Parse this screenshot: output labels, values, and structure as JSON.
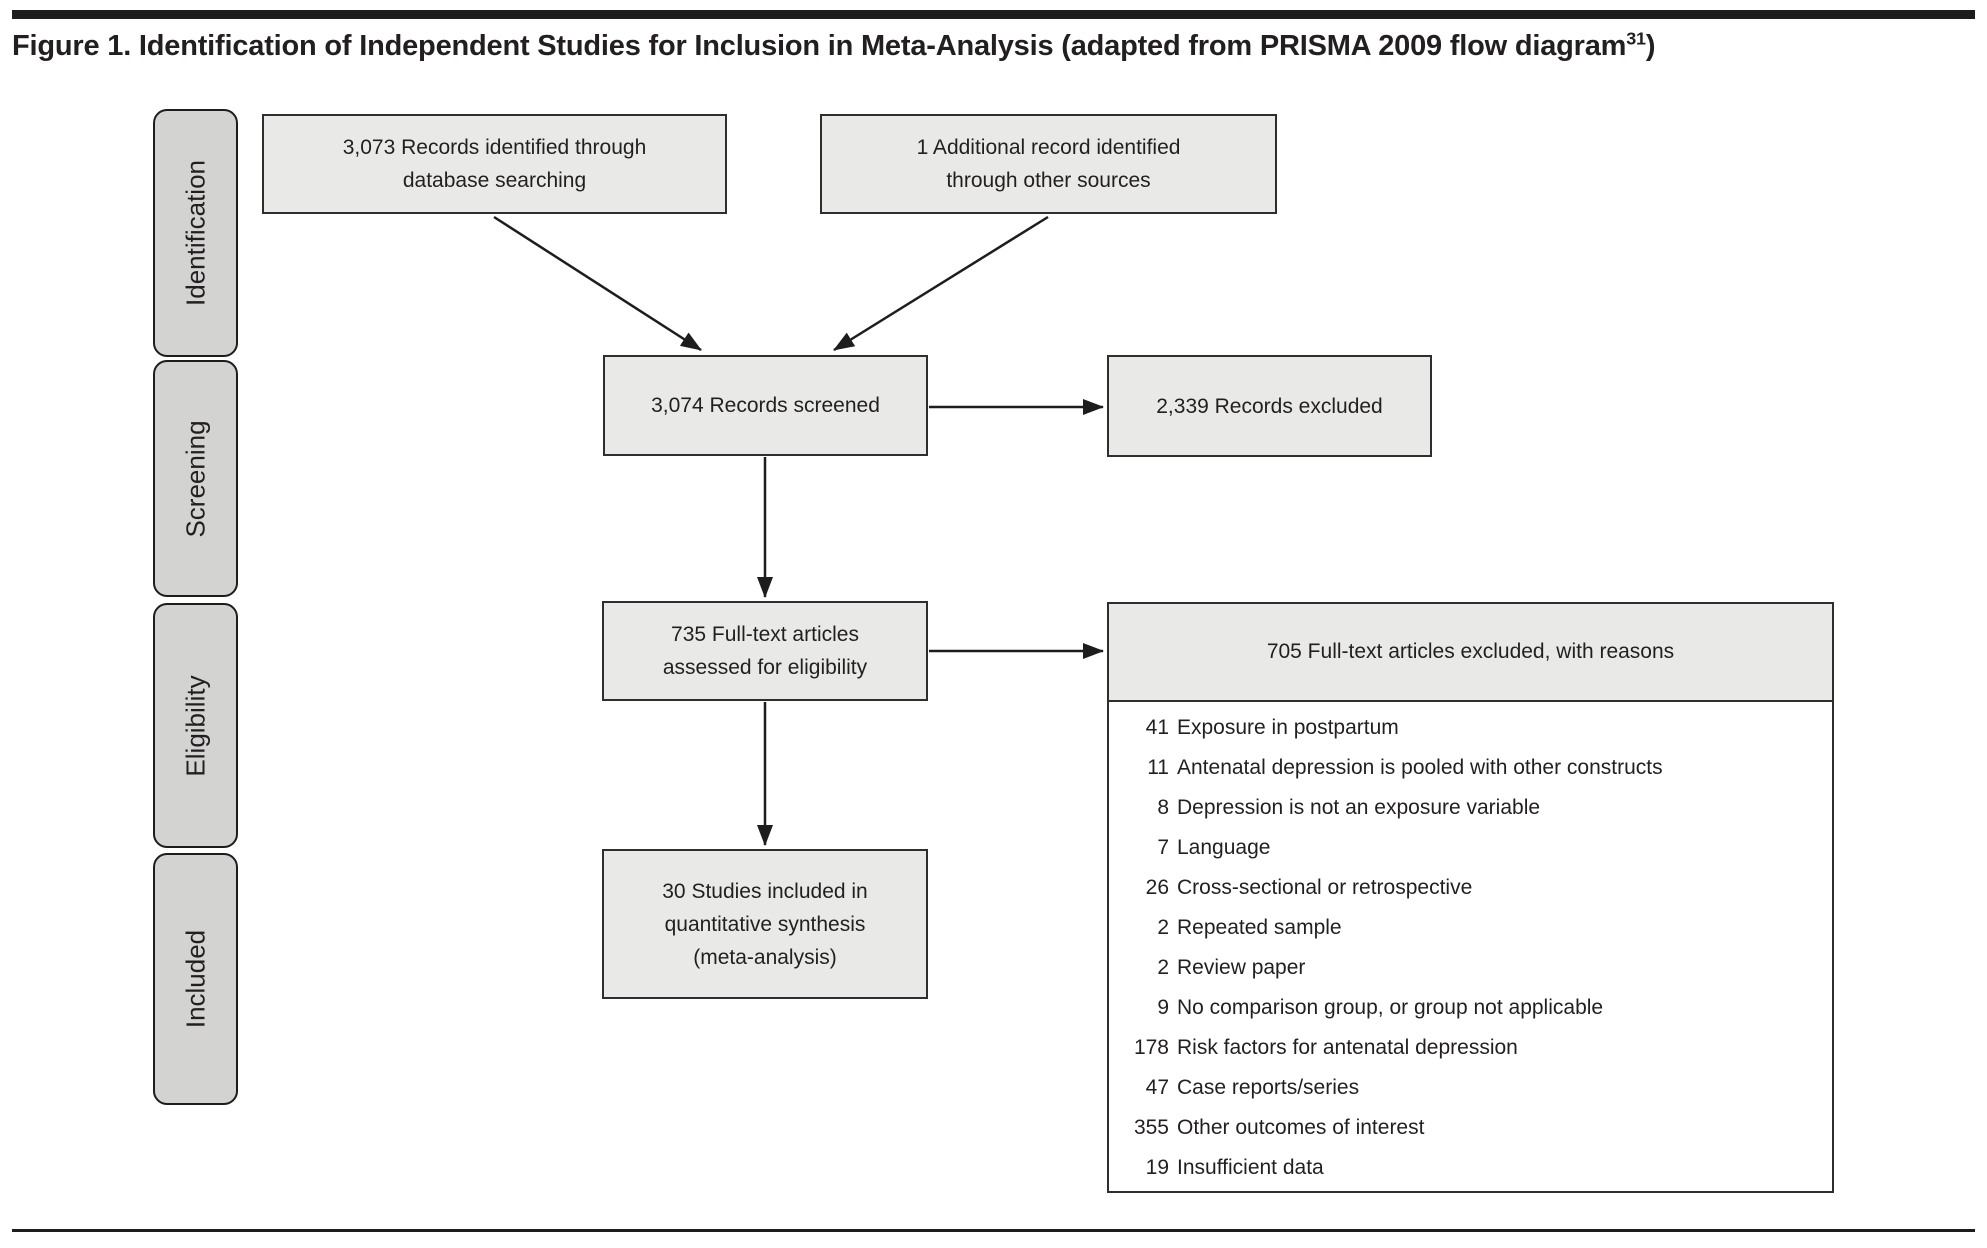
{
  "figure": {
    "title_main": "Figure 1. Identification of Independent Studies for Inclusion in Meta-Analysis (adapted from PRISMA 2009 flow diagram",
    "title_citation": "31",
    "title_suffix": ")"
  },
  "sidebar": {
    "stages": [
      {
        "label": "Identification"
      },
      {
        "label": "Screening"
      },
      {
        "label": "Eligibility"
      },
      {
        "label": "Included"
      }
    ]
  },
  "flow": {
    "identified": {
      "lines": [
        "3,073 Records identified through",
        "database searching"
      ]
    },
    "additional": {
      "lines": [
        "1 Additional record identified",
        "through other sources"
      ]
    },
    "screened": {
      "lines": [
        "3,074 Records screened"
      ]
    },
    "excluded": {
      "lines": [
        "2,339 Records excluded"
      ]
    },
    "fulltext": {
      "lines": [
        "735 Full-text articles",
        "assessed for eligibility"
      ]
    },
    "included": {
      "lines": [
        "30 Studies included in",
        "quantitative synthesis",
        "(meta-analysis)"
      ]
    }
  },
  "exclusions": {
    "header": "705 Full-text articles excluded, with reasons",
    "items": [
      {
        "count": "41",
        "reason": "Exposure in postpartum"
      },
      {
        "count": "11",
        "reason": "Antenatal depression is pooled with other constructs"
      },
      {
        "count": "8",
        "reason": "Depression is not an exposure variable"
      },
      {
        "count": "7",
        "reason": "Language"
      },
      {
        "count": "26",
        "reason": "Cross-sectional or retrospective"
      },
      {
        "count": "2",
        "reason": "Repeated sample"
      },
      {
        "count": "2",
        "reason": "Review paper"
      },
      {
        "count": "9",
        "reason": "No comparison group, or group not applicable"
      },
      {
        "count": "178",
        "reason": "Risk factors for antenatal depression"
      },
      {
        "count": "47",
        "reason": "Case reports/series"
      },
      {
        "count": "355",
        "reason": "Other outcomes of interest"
      },
      {
        "count": "19",
        "reason": "Insufficient data"
      }
    ]
  },
  "edges": [
    {
      "from": "identified",
      "to": "screened"
    },
    {
      "from": "additional",
      "to": "screened"
    },
    {
      "from": "screened",
      "to": "excluded"
    },
    {
      "from": "screened",
      "to": "fulltext"
    },
    {
      "from": "fulltext",
      "to": "exclusions-panel"
    },
    {
      "from": "fulltext",
      "to": "included"
    }
  ],
  "colors": {
    "box_fill": "#e9e9e7",
    "sidebar_fill": "#d3d3d2",
    "border": "#2e2e2c",
    "text": "#231f20",
    "rule": "#1d1d1b"
  }
}
